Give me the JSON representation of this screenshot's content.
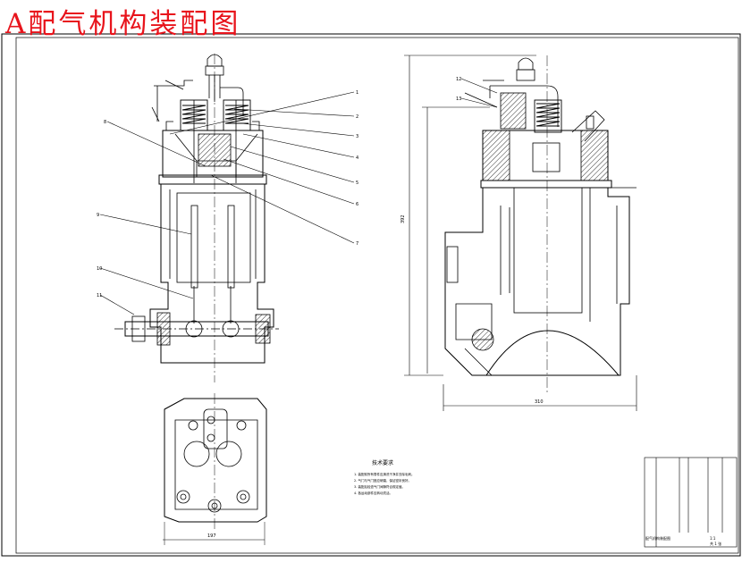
{
  "title": "A配气机构装配图",
  "colors": {
    "title": "#e8141c",
    "line": "#000000",
    "paper": "#ffffff"
  },
  "leaders_left": [
    "1",
    "2",
    "3",
    "4",
    "5",
    "6",
    "7",
    "8",
    "9",
    "10",
    "11"
  ],
  "leaders_right": [
    "12",
    "13"
  ],
  "dimensions": {
    "overall_height": "392",
    "base_width": "310",
    "plan_width": "197"
  },
  "notes": {
    "heading": "技术要求",
    "items": [
      "1. 装配前所有零件应清洗干净并去除毛刺。",
      "2. 气门与气门座应研磨，保证密封良好。",
      "3. 装配后检查气门间隙符合规定值。",
      "4. 各运动部件应转动灵活。"
    ]
  },
  "title_block": {
    "drawing_name": "配气机构装配图",
    "scale": "1:1",
    "sheet": "共 1 张"
  }
}
